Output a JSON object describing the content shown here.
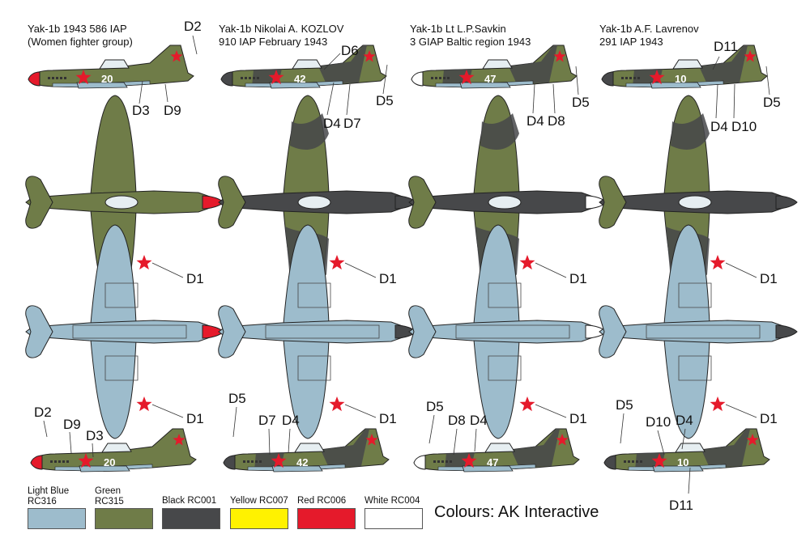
{
  "schemes": [
    {
      "line1": "Yak-1b 1943 586 IAP",
      "line2": "(Women fighter group)",
      "number": "20",
      "nose": "#e51a2b",
      "camo": false
    },
    {
      "line1": "Yak-1b Nikolai A. KOZLOV",
      "line2": "910 IAP February 1943",
      "number": "42",
      "nose": "#47484a",
      "camo": true
    },
    {
      "line1": "Yak-1b Lt L.P.Savkin",
      "line2": "3 GIAP Baltic region 1943",
      "number": "47",
      "nose": "#ffffff",
      "camo": true
    },
    {
      "line1": "Yak-1b A.F. Lavrenov",
      "line2": "291 IAP 1943",
      "number": "10",
      "nose": "#47484a",
      "camo": true
    }
  ],
  "decal_labels": {
    "side_top": [
      [
        "D2",
        "D3",
        "D9"
      ],
      [
        "D6",
        "D4",
        "D7",
        "D5"
      ],
      [
        "D4",
        "D8",
        "D5"
      ],
      [
        "D11",
        "D4",
        "D10",
        "D5"
      ]
    ],
    "underside": [
      "D1",
      "D1"
    ],
    "side_bottom": [
      [
        "D2",
        "D9",
        "D3"
      ],
      [
        "D5",
        "D7",
        "D4"
      ],
      [
        "D5",
        "D8",
        "D4"
      ],
      [
        "D5",
        "D10",
        "D4",
        "D11"
      ]
    ]
  },
  "swatches": [
    {
      "name": "Light Blue",
      "code": "RC316",
      "color": "#9dbccc"
    },
    {
      "name": "Green",
      "code": "RC315",
      "color": "#6f7c48"
    },
    {
      "name": "Black",
      "code": "RC001",
      "color": "#47484a"
    },
    {
      "name": "Yellow",
      "code": "RC007",
      "color": "#fff200"
    },
    {
      "name": "Red",
      "code": "RC006",
      "color": "#e51a2b"
    },
    {
      "name": "White",
      "code": "RC004",
      "color": "#ffffff"
    }
  ],
  "credit": "Colours: AK Interactive"
}
